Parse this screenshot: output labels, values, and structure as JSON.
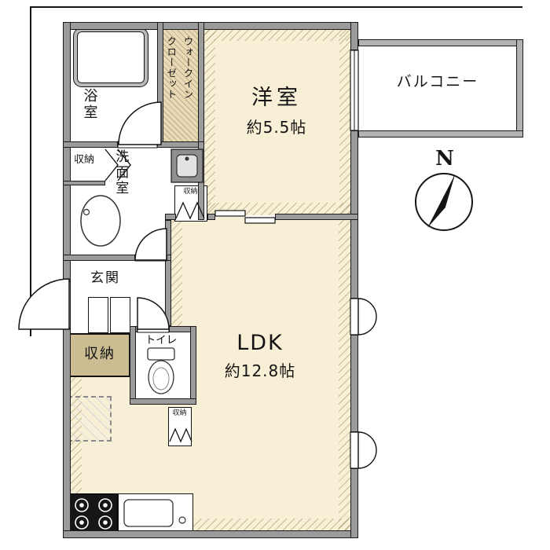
{
  "plan": {
    "rooms": {
      "western": {
        "name": "洋室",
        "size": "約5.5帖"
      },
      "ldk": {
        "name": "LDK",
        "size": "約12.8帖"
      },
      "balcony": {
        "name": "バルコニー"
      },
      "bath": {
        "name": "浴室"
      },
      "washroom": {
        "name": "洗面室"
      },
      "walk_in_closet": {
        "name": "ウォークイン\nクローゼット"
      },
      "entrance": {
        "name": "玄関"
      },
      "toilet": {
        "name": "トイレ"
      }
    },
    "storage": {
      "hall": {
        "label": "収納"
      },
      "washroom": {
        "label": "収納"
      },
      "ldk_upper": {
        "label": "収納"
      },
      "ldk_lower": {
        "label": "収納"
      }
    },
    "compass": {
      "label": "N"
    },
    "colors": {
      "wall": "#9b9b9b",
      "balcony_wall": "#b3b3b3",
      "room_fill": "#f8f0d6",
      "closet_fill": "#e9d9b6",
      "storage_fill": "#cbbc92"
    }
  }
}
